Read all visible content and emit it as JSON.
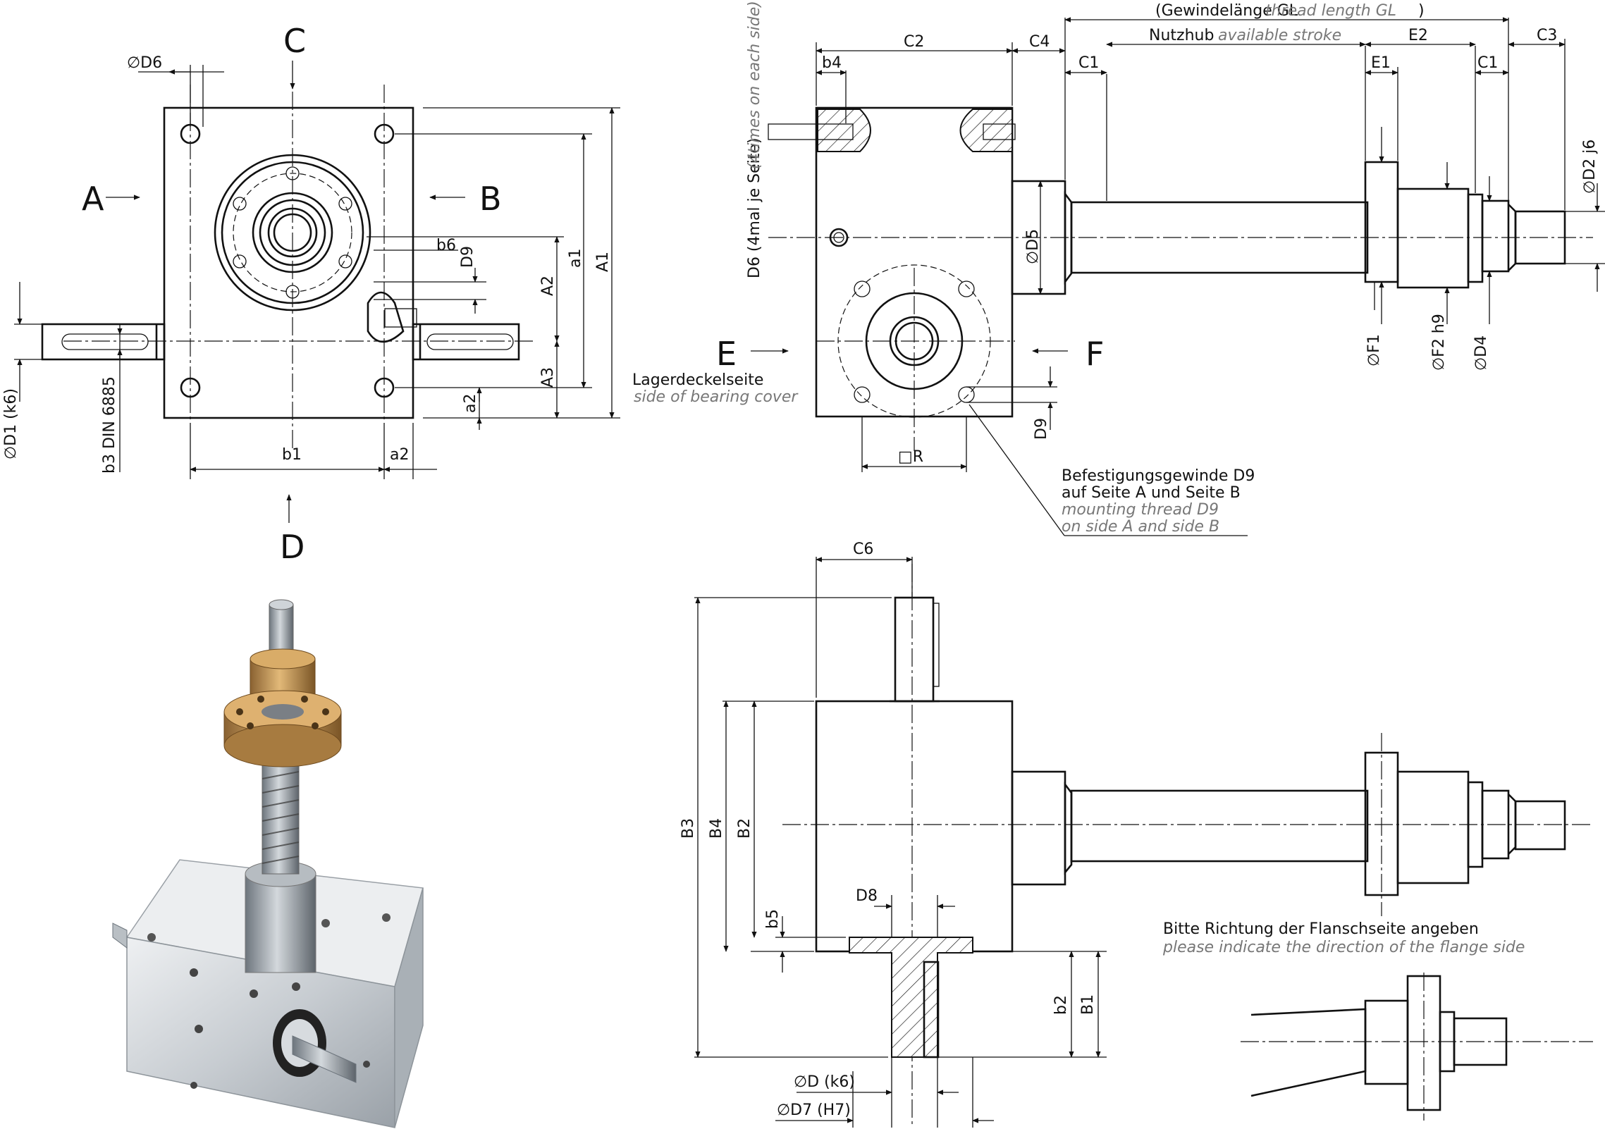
{
  "view_letters": {
    "a": "A",
    "b": "B",
    "c": "C",
    "d": "D",
    "e": "E",
    "f": "F"
  },
  "dims": {
    "d6": "∅D6",
    "a1": "a1",
    "A1": "A1",
    "A2": "A2",
    "A3": "A3",
    "a2v": "a2",
    "a2h": "a2",
    "b1": "b1",
    "b6": "b6",
    "d9a": "D9",
    "d9b": "D9",
    "d1": "∅D1 (k6)",
    "b3": "b3  DIN 6885",
    "c2": "C2",
    "c4": "C4",
    "c1a": "C1",
    "c1b": "C1",
    "c3": "C3",
    "e1": "E1",
    "e2": "E2",
    "b4": "b4",
    "d5": "∅D5",
    "f1": "∅F1",
    "f2": "∅F2 h9",
    "d4": "∅D4",
    "d2": "∅D2 j6",
    "r": "□R",
    "c6": "C6",
    "b3v": "B3",
    "b4v": "B4",
    "b2v": "B2",
    "b5": "b5",
    "d8": "D8",
    "b2s": "b2",
    "b1v": "B1",
    "dk6": "∅D (k6)",
    "d7": "∅D7 (H7)"
  },
  "thread": {
    "de": "(Gewindelänge GL",
    "en": "thread length GL",
    ")": ")"
  },
  "stroke": {
    "de": "Nutzhub",
    "en": "available stroke"
  },
  "d6note": {
    "de": "D6 (4mal je Seite)",
    "en": "(4times on each side)"
  },
  "cover": {
    "de": "Lagerdeckelseite",
    "en": "side of bearing cover"
  },
  "mount": {
    "de1": "Befestigungsgewinde D9",
    "de2": "auf Seite A und Seite B",
    "en1": "mounting thread D9",
    "en2": "on side A and side B"
  },
  "flange": {
    "de": "Bitte Richtung der Flanschseite angeben",
    "en": "please indicate the direction of the flange side"
  },
  "colors": {
    "line": "#111111",
    "italic": "#777777",
    "bronze": "#c89a5a",
    "steel": "#a9b1b8",
    "body": "#d9dde1"
  }
}
